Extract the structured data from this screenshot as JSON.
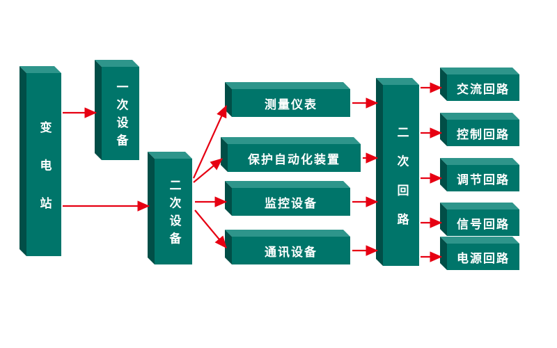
{
  "colors": {
    "background": "#ffffff",
    "box_face": "#00756a",
    "box_top": "#2e958b",
    "box_side": "#014e47",
    "arrow": "#e60012",
    "text": "#ffffff"
  },
  "nodes": {
    "substation": {
      "label": "变电站"
    },
    "primary_equipment": {
      "label": "一次设备"
    },
    "secondary_equipment": {
      "label": "二次设备"
    },
    "measuring_instruments": {
      "label": "测量仪表"
    },
    "protection_automation": {
      "label": "保护自动化装置"
    },
    "monitoring_equipment": {
      "label": "监控设备"
    },
    "communication_equipment": {
      "label": "通讯设备"
    },
    "secondary_circuit": {
      "label": "二次回路"
    },
    "ac_circuit": {
      "label": "交流回路"
    },
    "control_circuit": {
      "label": "控制回路"
    },
    "regulation_circuit": {
      "label": "调节回路"
    },
    "signal_circuit": {
      "label": "信号回路"
    },
    "power_circuit": {
      "label": "电源回路"
    }
  },
  "edges": [
    {
      "from": "变电站",
      "to": "一次设备"
    },
    {
      "from": "变电站",
      "to": "二次设备"
    },
    {
      "from": "二次设备",
      "to": "测量仪表"
    },
    {
      "from": "二次设备",
      "to": "保护自动化装置"
    },
    {
      "from": "二次设备",
      "to": "监控设备"
    },
    {
      "from": "二次设备",
      "to": "通讯设备"
    },
    {
      "from": "测量仪表",
      "to": "二次回路"
    },
    {
      "from": "保护自动化装置",
      "to": "二次回路"
    },
    {
      "from": "监控设备",
      "to": "二次回路"
    },
    {
      "from": "通讯设备",
      "to": "二次回路"
    },
    {
      "from": "二次回路",
      "to": "交流回路"
    },
    {
      "from": "二次回路",
      "to": "控制回路"
    },
    {
      "from": "二次回路",
      "to": "调节回路"
    },
    {
      "from": "二次回路",
      "to": "信号回路"
    },
    {
      "from": "二次回路",
      "to": "电源回路"
    }
  ]
}
